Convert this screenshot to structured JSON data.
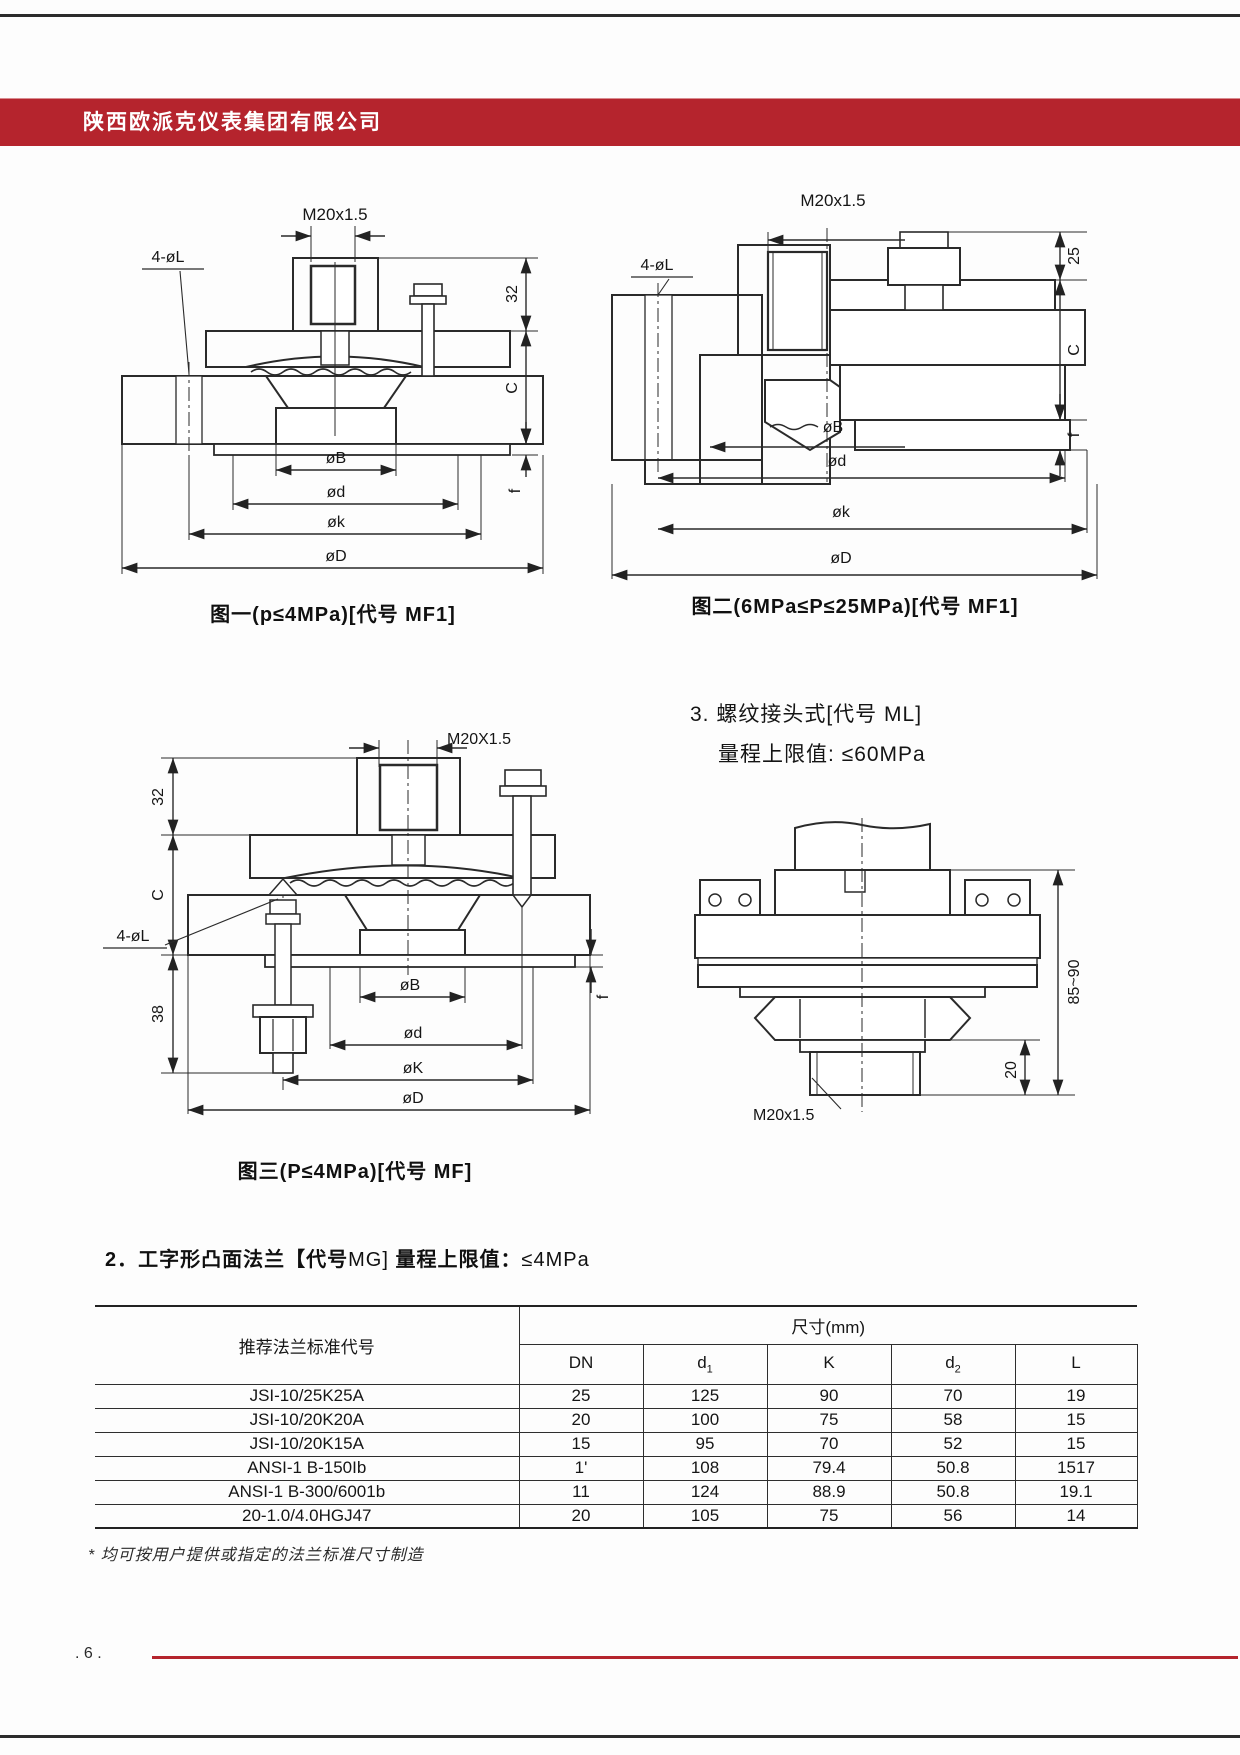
{
  "page": {
    "header_title": "陕西欧派克仪表集团有限公司",
    "footer_page_number": ". 6 .",
    "accent_red": "#b5242d"
  },
  "fig1": {
    "caption": "图一(p≤4MPa)[代号 MF1]",
    "thread_label": "M20x1.5",
    "bolt_hole_label": "4-øL",
    "dim_32": "32",
    "dim_C": "C",
    "dim_f": "f",
    "dia_B": "øB",
    "dia_d": "ød",
    "dia_k": "øk",
    "dia_D": "øD"
  },
  "fig2": {
    "caption": "图二(6MPa≤P≤25MPa)[代号 MF1]",
    "thread_label": "M20x1.5",
    "bolt_hole_label": "4-øL",
    "dim_25": "25",
    "dim_C": "C",
    "dim_f": "f",
    "dia_B": "øB",
    "dia_d": "ød",
    "dia_k": "øk",
    "dia_D": "øD"
  },
  "section3": {
    "line1": "3. 螺纹接头式[代号 ML]",
    "line2": "量程上限值: ≤60MPa"
  },
  "fig3": {
    "caption": "图三(P≤4MPa)[代号 MF]",
    "thread_label": "M20X1.5",
    "bolt_hole_label": "4-øL",
    "dim_32": "32",
    "dim_C": "C",
    "dim_38": "38",
    "dim_f": "f",
    "dia_B": "øB",
    "dia_d": "ød",
    "dia_K": "øK",
    "dia_D": "øD"
  },
  "fig4": {
    "dim_height": "85~90",
    "dim_stub": "20",
    "thread_label": "M20x1.5"
  },
  "section2": {
    "part1": "2．工字形凸面法兰【代号",
    "part2": "MG]",
    "part3": "  量程上限值：",
    "part4": "≤4MPa"
  },
  "table": {
    "stub_header": "推荐法兰标准代号",
    "group_header": "尺寸(mm)",
    "sub_headers": [
      {
        "base": "DN",
        "sub": ""
      },
      {
        "base": "d",
        "sub": "1"
      },
      {
        "base": "K",
        "sub": ""
      },
      {
        "base": "d",
        "sub": "2"
      },
      {
        "base": "L",
        "sub": ""
      }
    ],
    "rows": [
      {
        "name": "JSI-10/25K25A",
        "dn": "25",
        "d1": "125",
        "k": "90",
        "d2": "70",
        "l": "19"
      },
      {
        "name": "JSI-10/20K20A",
        "dn": "20",
        "d1": "100",
        "k": "75",
        "d2": "58",
        "l": "15"
      },
      {
        "name": "JSI-10/20K15A",
        "dn": "15",
        "d1": "95",
        "k": "70",
        "d2": "52",
        "l": "15"
      },
      {
        "name": "ANSI-1 B-150Ib",
        "dn": "1'",
        "d1": "108",
        "k": "79.4",
        "d2": "50.8",
        "l": "1517"
      },
      {
        "name": "ANSI-1 B-300/6001b",
        "dn": "11",
        "d1": "124",
        "k": "88.9",
        "d2": "50.8",
        "l": "19.1"
      },
      {
        "name": "20-1.0/4.0HGJ47",
        "dn": "20",
        "d1": "105",
        "k": "75",
        "d2": "56",
        "l": "14"
      }
    ],
    "footnote": "* 均可按用户提供或指定的法兰标准尺寸制造"
  }
}
